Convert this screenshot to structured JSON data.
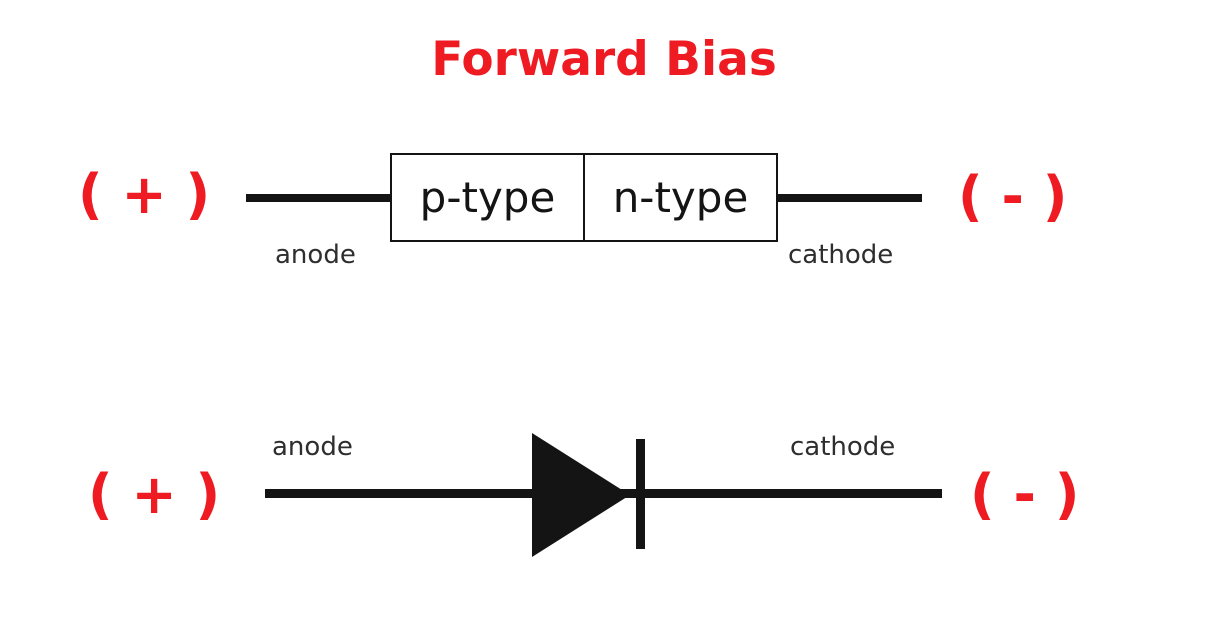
{
  "title": "Forward Bias",
  "colors": {
    "accent_red": "#ee1b22",
    "ink": "#141414",
    "label_gray": "#2e2e2e",
    "background": "#ffffff"
  },
  "block_diagram": {
    "positive_terminal": "( + )",
    "negative_terminal": "( - )",
    "anode_label": "anode",
    "cathode_label": "cathode",
    "regions": [
      {
        "label": "p-type"
      },
      {
        "label": "n-type"
      }
    ]
  },
  "symbol_diagram": {
    "positive_terminal": "( + )",
    "negative_terminal": "( - )",
    "anode_label": "anode",
    "cathode_label": "cathode"
  }
}
